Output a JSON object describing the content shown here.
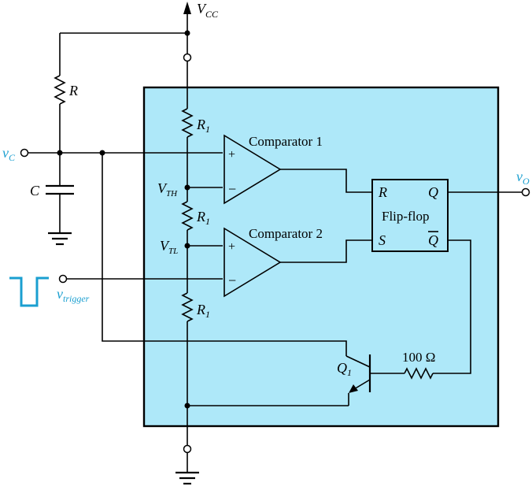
{
  "colors": {
    "chip_fill": "#aee8f9",
    "chip_border": "#000000",
    "accent_blue": "#1a9fd0",
    "wire": "#000000"
  },
  "labels": {
    "vcc_main": "V",
    "vcc_sub": "CC",
    "r_ext": "R",
    "c_ext": "C",
    "vc_main": "v",
    "vc_sub": "C",
    "r1_top_main": "R",
    "r1_top_sub": "1",
    "r1_mid_main": "R",
    "r1_mid_sub": "1",
    "r1_bot_main": "R",
    "r1_bot_sub": "1",
    "vth_main": "V",
    "vth_sub": "TH",
    "vtl_main": "V",
    "vtl_sub": "TL",
    "comparator1": "Comparator 1",
    "comparator2": "Comparator 2",
    "plus": "+",
    "minus": "−",
    "ff_r": "R",
    "ff_q": "Q",
    "ff_title": "Flip-flop",
    "ff_s": "S",
    "ff_qbar": "Q",
    "vo_main": "v",
    "vo_sub": "O",
    "trigger_main": "v",
    "trigger_sub": "trigger",
    "q1_main": "Q",
    "q1_sub": "1",
    "resistor_100": "100 Ω"
  },
  "icons": [
    "ground-icon",
    "resistor-icon",
    "capacitor-icon",
    "comparator-icon",
    "npn-transistor-icon",
    "arrow-up-icon",
    "pulse-icon"
  ]
}
